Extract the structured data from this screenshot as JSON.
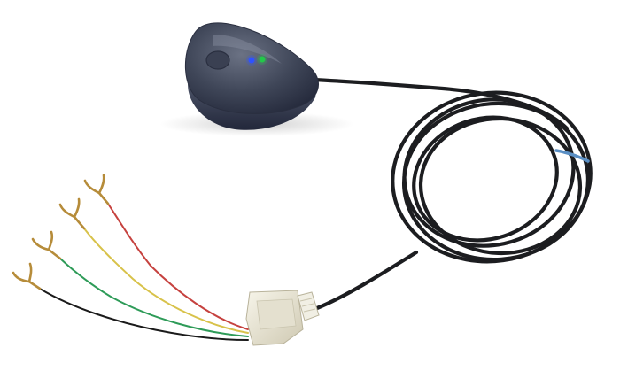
{
  "photo": {
    "subject": "sensor-with-cable",
    "background_color": "#ffffff",
    "colors": {
      "device_body": "#3f4658",
      "device_body_highlight": "#6b7284",
      "device_body_shadow": "#23283a",
      "cable": "#1c1d20",
      "cable_tie": "#5a8fc4",
      "blue_led": "#2f52ff",
      "green_led": "#23c94a",
      "connector": "#eeebdc",
      "connector_shadow": "#c9c4ae",
      "wire_red": "#c6423f",
      "wire_yellow": "#d8c24a",
      "wire_green": "#2e9b58",
      "wire_black": "#1b1b1b",
      "spade_terminal": "#b68c3a"
    },
    "parts": [
      "dome-sensor",
      "blue-led",
      "green-led",
      "coiled-cable",
      "cable-tie",
      "modular-connector",
      "red-wire",
      "yellow-wire",
      "green-wire",
      "black-wire",
      "spade-terminal"
    ],
    "led_count": 2,
    "terminal_count": 4
  }
}
